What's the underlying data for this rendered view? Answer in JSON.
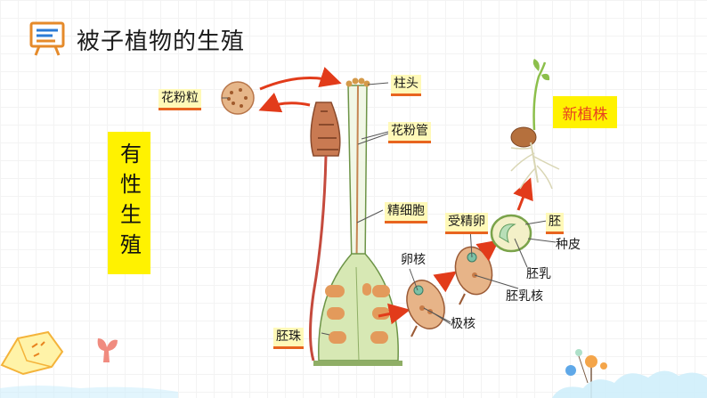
{
  "header": {
    "title": "被子植物的生殖"
  },
  "side_label": "有性生殖",
  "new_plant_label": "新植株",
  "tags": {
    "pollen": "花粉粒",
    "stigma": "柱头",
    "pollen_tube": "花粉管",
    "sperm": "精细胞",
    "fertilized_egg": "受精卵",
    "ovule": "胚珠",
    "embryo": "胚"
  },
  "labels": {
    "egg_nucleus": "卵核",
    "polar_nuclei": "极核",
    "seed_coat": "种皮",
    "endosperm": "胚乳",
    "endosperm_nucleus": "胚乳核"
  },
  "colors": {
    "accent_yellow": "#fff200",
    "arrow_red": "#e23b1a",
    "tag_underline": "#e8641f",
    "ovary_green": "#cfe3a8"
  }
}
